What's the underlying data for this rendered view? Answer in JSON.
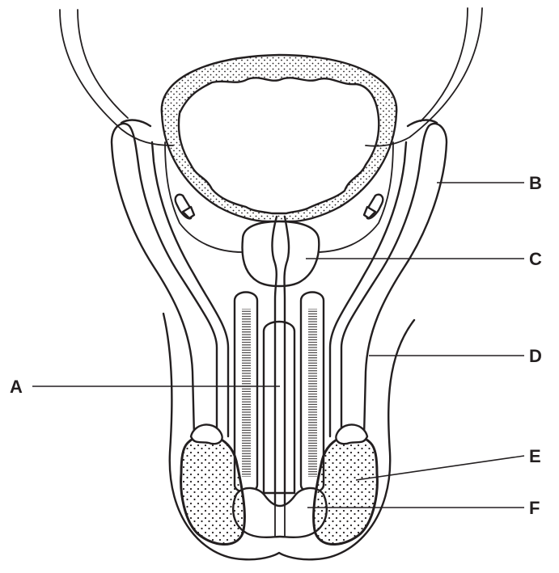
{
  "diagram": {
    "labels": {
      "A": "A",
      "B": "B",
      "C": "C",
      "D": "D",
      "E": "E",
      "F": "F"
    },
    "colors": {
      "ink": "#231f20",
      "background": "#ffffff"
    }
  }
}
